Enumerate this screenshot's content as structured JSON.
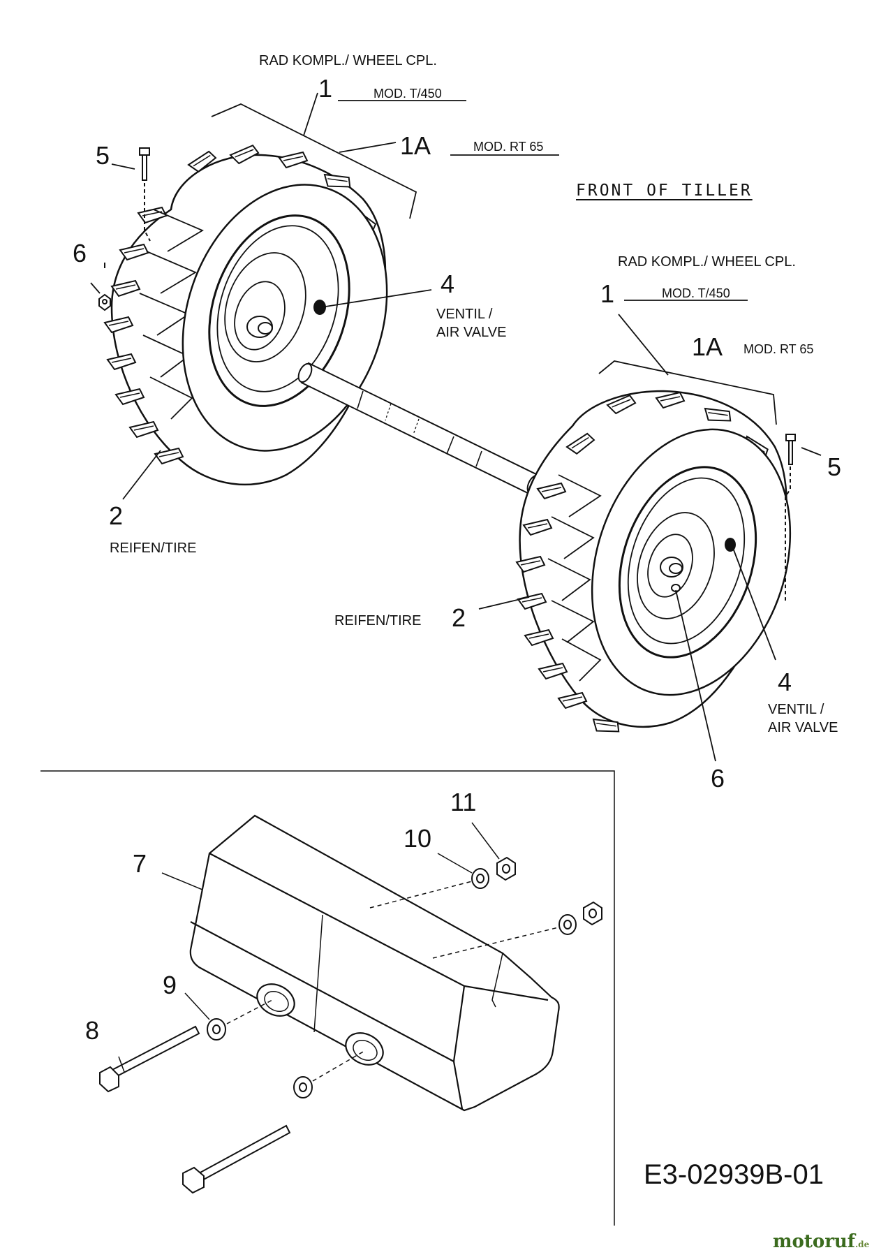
{
  "top_wheel": {
    "header": "RAD KOMPL./ WHEEL CPL.",
    "num_1": "1",
    "mod_t450": "MOD. T/450",
    "num_1a": "1A",
    "mod_rt65": "MOD. RT 65",
    "num_5": "5",
    "num_6": "6",
    "num_4": "4",
    "valve_line1": "VENTIL /",
    "valve_line2": "AIR VALVE",
    "num_2": "2",
    "tire_label": "REIFEN/TIRE"
  },
  "front_of_tiller": "FRONT OF TILLER",
  "bottom_wheel": {
    "header": "RAD KOMPL./ WHEEL CPL.",
    "num_1": "1",
    "mod_t450": "MOD. T/450",
    "num_1a": "1A",
    "mod_rt65": "MOD. RT 65",
    "num_5": "5",
    "num_2": "2",
    "tire_label": "REIFEN/TIRE",
    "num_4": "4",
    "valve_line1": "VENTIL /",
    "valve_line2": "AIR VALVE",
    "num_6": "6"
  },
  "weight_kit": {
    "num_7": "7",
    "num_8": "8",
    "num_9": "9",
    "num_10": "10",
    "num_11": "11"
  },
  "drawing_code": "E3-02939B-01",
  "brand": {
    "name": "motoruf",
    "suffix": ".de",
    "color": "#3b6b1e"
  }
}
